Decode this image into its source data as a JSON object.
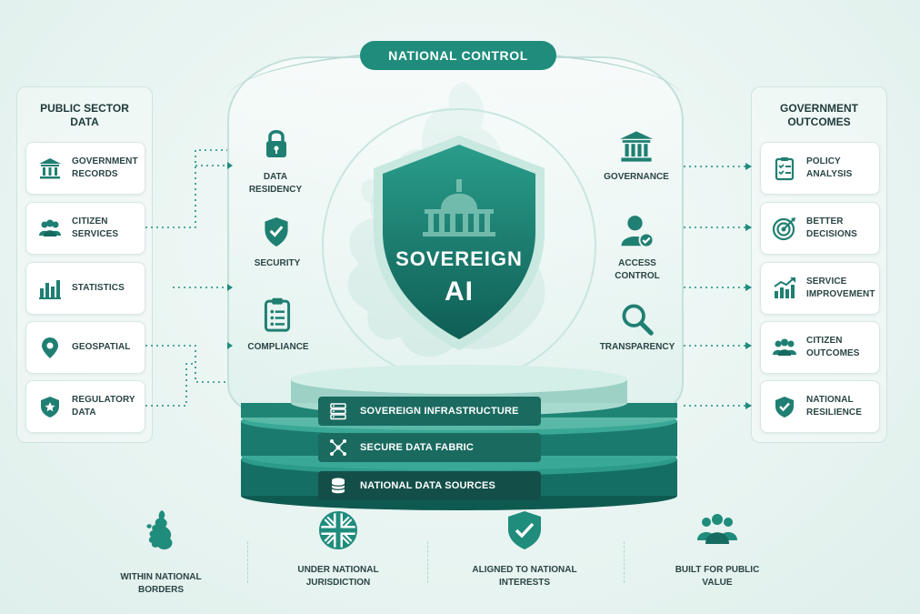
{
  "banner": {
    "label": "NATIONAL CONTROL"
  },
  "left_panel": {
    "title": "PUBLIC SECTOR\nDATA",
    "items": [
      {
        "label": "GOVERNMENT\nRECORDS",
        "icon": "government-building-icon"
      },
      {
        "label": "CITIZEN\nSERVICES",
        "icon": "people-icon"
      },
      {
        "label": "STATISTICS",
        "icon": "bar-chart-icon"
      },
      {
        "label": "GEOSPATIAL",
        "icon": "map-pin-icon"
      },
      {
        "label": "REGULATORY\nDATA",
        "icon": "shield-star-icon"
      }
    ]
  },
  "right_panel": {
    "title": "GOVERNMENT\nOUTCOMES",
    "items": [
      {
        "label": "POLICY\nANALYSIS",
        "icon": "clipboard-checklist-icon"
      },
      {
        "label": "BETTER\nDECISIONS",
        "icon": "target-icon"
      },
      {
        "label": "SERVICE\nIMPROVEMENT",
        "icon": "growth-chart-icon"
      },
      {
        "label": "CITIZEN\nOUTCOMES",
        "icon": "people-icon"
      },
      {
        "label": "NATIONAL\nRESILIENCE",
        "icon": "shield-check-icon"
      }
    ]
  },
  "inner_left": [
    {
      "label": "DATA\nRESIDENCY",
      "icon": "lock-icon"
    },
    {
      "label": "SECURITY",
      "icon": "shield-check-icon"
    },
    {
      "label": "COMPLIANCE",
      "icon": "clipboard-icon"
    }
  ],
  "inner_right": [
    {
      "label": "GOVERNANCE",
      "icon": "government-building-icon"
    },
    {
      "label": "ACCESS\nCONTROL",
      "icon": "user-check-icon"
    },
    {
      "label": "TRANSPARENCY",
      "icon": "magnifier-icon"
    }
  ],
  "core": {
    "line1": "SOVEREIGN",
    "line2": "AI"
  },
  "layers": [
    {
      "label": "SOVEREIGN INFRASTRUCTURE",
      "icon": "server-icon"
    },
    {
      "label": "SECURE DATA FABRIC",
      "icon": "network-icon"
    },
    {
      "label": "NATIONAL DATA SOURCES",
      "icon": "database-icon"
    }
  ],
  "benefits": [
    {
      "label": "WITHIN NATIONAL\nBORDERS",
      "icon": "uk-map-icon"
    },
    {
      "label": "UNDER NATIONAL\nJURISDICTION",
      "icon": "union-flag-icon"
    },
    {
      "label": "ALIGNED TO NATIONAL\nINTERESTS",
      "icon": "shield-check-icon"
    },
    {
      "label": "BUILT FOR PUBLIC\nVALUE",
      "icon": "group-icon"
    }
  ],
  "colors": {
    "primary": "#1f8c7c",
    "dark": "#1a6a60",
    "accent_light": "#cfe8e2",
    "text": "#2a4544"
  }
}
